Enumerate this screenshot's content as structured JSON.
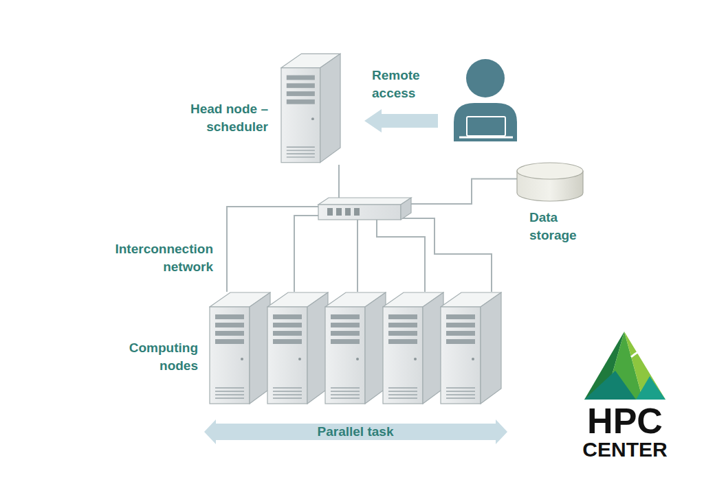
{
  "diagram": {
    "nodes": [
      {
        "text": [
          "Head node – scheduler"
        ]
      },
      {
        "text": [
          "Interconnection network"
        ]
      },
      {
        "text": [
          "Data storage"
        ]
      },
      {
        "text": [
          "Computing nodes"
        ]
      }
    ],
    "edges": [
      {
        "from": 0,
        "to": 1,
        "arrow": "none"
      },
      {
        "from": 1,
        "to": 2,
        "arrow": "none"
      },
      {
        "from": 1,
        "to": 3,
        "arrow": "none"
      }
    ],
    "labels": [
      "Remote access",
      "Parallel task",
      "HPC",
      "CENTER"
    ]
  }
}
